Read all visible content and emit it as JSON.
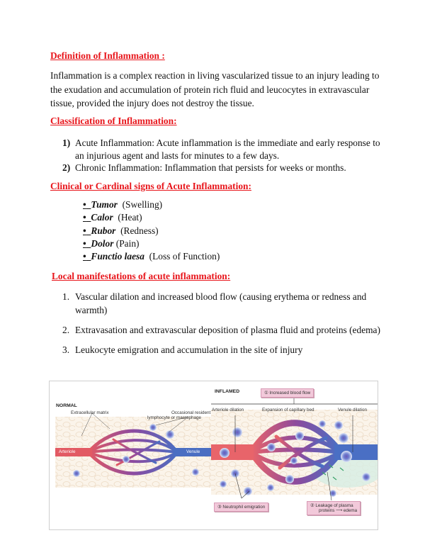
{
  "sections": {
    "definition": {
      "heading": "Definition of Inflammation : ",
      "text": "Inflammation is a complex reaction in living vascularized tissue to an injury leading to the exudation and accumulation of protein rich fluid and leucocytes in extravascular tissue, provided the injury does not destroy the tissue."
    },
    "classification": {
      "heading": "Classification of Inflammation:",
      "items": [
        {
          "num": "1)",
          "text": "Acute Inflammation:  Acute inflammation is the immediate and early response to an injurious agent and lasts for minutes to a few days."
        },
        {
          "num": "2)",
          "text": "Chronic Inflammation:  Inflammation that persists for weeks or months."
        }
      ]
    },
    "cardinal_signs": {
      "heading": "Clinical or Cardinal signs of Acute Inflammation:",
      "bullet": "•",
      "items": [
        {
          "term": "Tumor",
          "meaning": "(Swelling)"
        },
        {
          "term": "Calor",
          "meaning": "(Heat)"
        },
        {
          "term": "Rubor",
          "meaning": "(Redness)"
        },
        {
          "term": "Dolor",
          "meaning": "(Pain)"
        },
        {
          "term": "Functio laesa",
          "meaning": "(Loss of Function)"
        }
      ]
    },
    "local_manifestations": {
      "heading": "Local manifestations of acute inflammation:",
      "items": [
        {
          "num": "1.",
          "text": "Vascular dilation and increased blood flow (causing erythema or redness and warmth)"
        },
        {
          "num": "2.",
          "text": "Extravasation and extravascular deposition of plasma fluid and proteins (edema)"
        },
        {
          "num": "3.",
          "text": "Leukocyte emigration and accumulation in the site of injury"
        }
      ]
    }
  },
  "figure": {
    "normal": {
      "title": "NORMAL",
      "label_matrix": "Extracellular matrix",
      "label_resident": "Occasional resident",
      "label_resident2": "lymphocyte or macrophage",
      "arteriole": "Arteriole",
      "venule": "Venule"
    },
    "inflamed": {
      "title": "INFLAMED",
      "callout_1": "① Increased blood flow",
      "label_arteriole_dilation": "Arteriole dilation",
      "label_expansion": "Expansion of capillary bed",
      "label_venule_dilation": "Venule dilation",
      "callout_3": "③ Neutrophil emigration",
      "callout_2_line1": "② Leakage of plasma",
      "callout_2_line2": "proteins ⟶ edema"
    },
    "colors": {
      "arteriole": "#e0545f",
      "capillary": "#8a4a9a",
      "venule": "#4a6fc0",
      "matrix": "#f3e6d6",
      "callout_bg": "#f2c9da",
      "heading_red": "#e8151b"
    }
  }
}
